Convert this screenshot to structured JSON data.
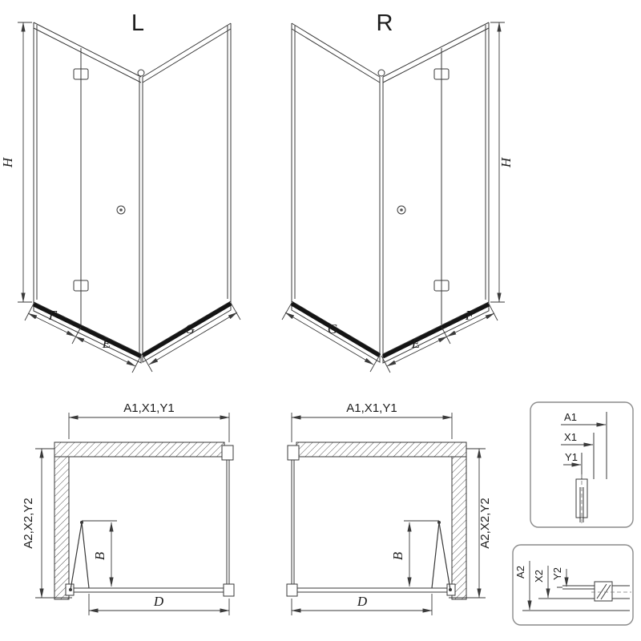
{
  "colors": {
    "line": "#3a3a3a",
    "tray_profile": "#141414",
    "hatch": "#555555"
  },
  "views": {
    "l": {
      "label": "L",
      "h": "H",
      "f": "F",
      "e": "E",
      "g": "G"
    },
    "r": {
      "label": "R",
      "h": "H",
      "f": "F",
      "e": "E",
      "g": "G"
    }
  },
  "plans": {
    "left": {
      "top_dim": "A1,X1,Y1",
      "side_dim": "A2,X2,Y2",
      "b": "B",
      "d": "D"
    },
    "right": {
      "top_dim": "A1,X1,Y1",
      "side_dim": "A2,X2,Y2",
      "b": "B",
      "d": "D"
    }
  },
  "details": {
    "top": {
      "a1": "A1",
      "x1": "X1",
      "y1": "Y1"
    },
    "bottom": {
      "a2": "A2",
      "x2": "X2",
      "y2": "Y2"
    }
  }
}
